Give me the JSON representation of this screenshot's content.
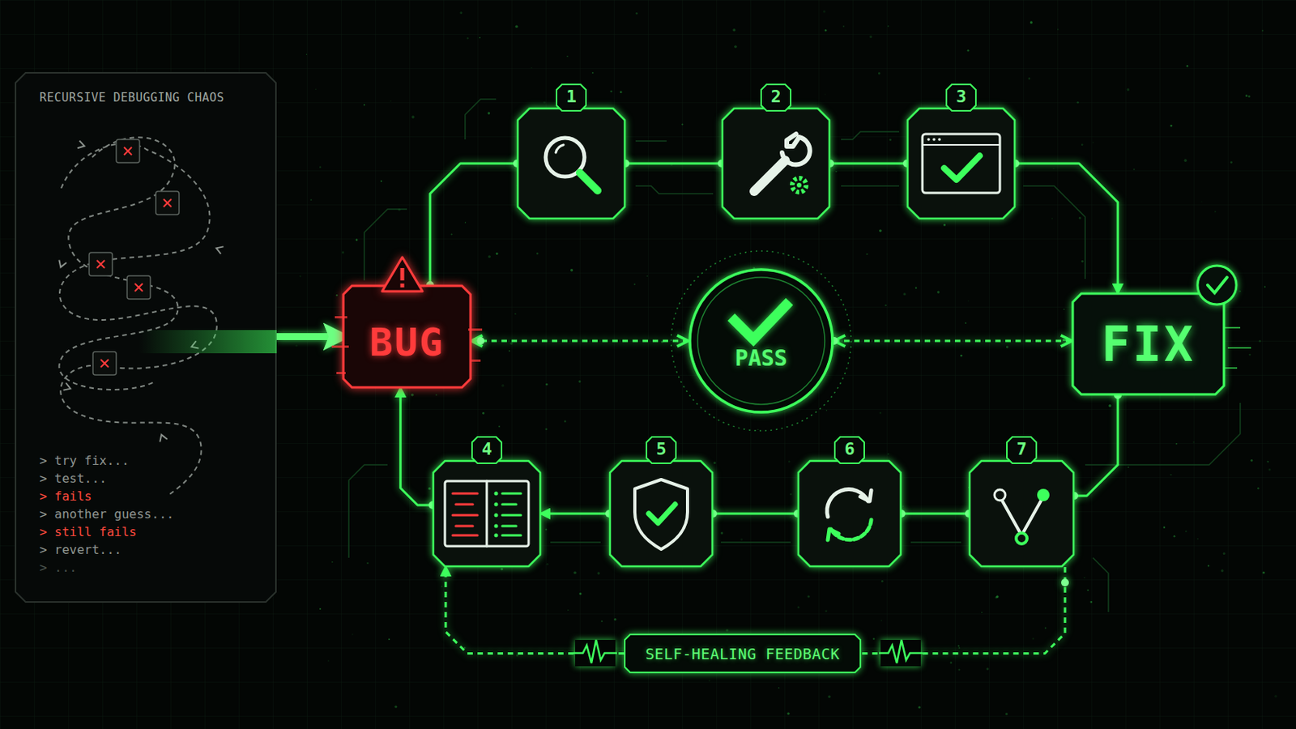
{
  "diagram": {
    "nodes": [
      {
        "text": [
          "RECURSIVE DEBUGGING CHAOS",
          "> try fix...",
          "> test...",
          "> fails",
          "> another guess...",
          "> still fails",
          "> revert...",
          "> ..."
        ]
      },
      {
        "text": [
          "BUG"
        ]
      },
      {
        "text": [
          "1"
        ]
      },
      {
        "text": [
          "2"
        ]
      },
      {
        "text": [
          "3"
        ]
      },
      {
        "text": [
          "PASS"
        ]
      },
      {
        "text": [
          "FIX"
        ]
      },
      {
        "text": [
          "4"
        ]
      },
      {
        "text": [
          "5"
        ]
      },
      {
        "text": [
          "6"
        ]
      },
      {
        "text": [
          "7"
        ]
      },
      {
        "text": [
          "SELF-HEALING FEEDBACK"
        ]
      }
    ],
    "edges": [
      {
        "from": 0,
        "to": 1,
        "arrow": "to"
      },
      {
        "from": 1,
        "to": 2,
        "arrow": "none"
      },
      {
        "from": 2,
        "to": 3,
        "arrow": "none"
      },
      {
        "from": 3,
        "to": 4,
        "arrow": "none"
      },
      {
        "from": 4,
        "to": 6,
        "arrow": "to"
      },
      {
        "from": 1,
        "to": 5,
        "arrow": "both"
      },
      {
        "from": 5,
        "to": 6,
        "arrow": "both"
      },
      {
        "from": 6,
        "to": 10,
        "arrow": "none"
      },
      {
        "from": 10,
        "to": 9,
        "arrow": "none"
      },
      {
        "from": 9,
        "to": 8,
        "arrow": "none"
      },
      {
        "from": 8,
        "to": 7,
        "arrow": "to"
      },
      {
        "from": 7,
        "to": 1,
        "arrow": "to"
      },
      {
        "from": 10,
        "to": 11,
        "arrow": "none"
      },
      {
        "from": 11,
        "to": 7,
        "arrow": "to"
      }
    ]
  }
}
